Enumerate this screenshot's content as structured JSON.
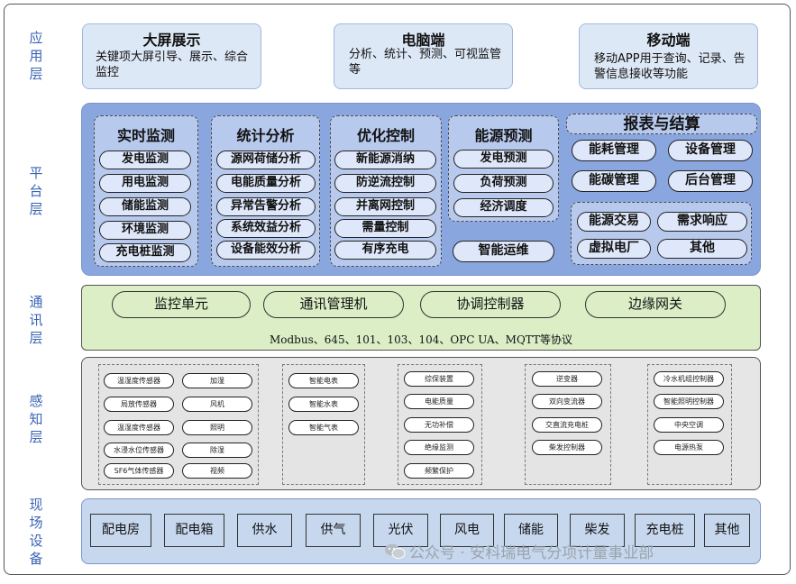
{
  "layers": {
    "app": "应用层",
    "platform": "平台层",
    "comm": "通讯层",
    "perception": "感知层",
    "field": "现场设备"
  },
  "app_cards": [
    {
      "title": "大屏展示",
      "desc": "关键项大屏引导、展示、综合监控"
    },
    {
      "title": "电脑端",
      "desc": "分析、统计、预测、可视监管等"
    },
    {
      "title": "移动端",
      "desc": "移动APP用于查询、记录、告警信息接收等功能"
    }
  ],
  "platform": {
    "realtime": {
      "title": "实时监测",
      "items": [
        "发电监测",
        "用电监测",
        "储能监测",
        "环境监测",
        "充电桩监测"
      ]
    },
    "stats": {
      "title": "统计分析",
      "items": [
        "源网荷储分析",
        "电能质量分析",
        "异常告警分析",
        "系统效益分析",
        "设备能效分析"
      ]
    },
    "optimize": {
      "title": "优化控制",
      "items": [
        "新能源消纳",
        "防逆流控制",
        "并离网控制",
        "需量控制",
        "有序充电"
      ]
    },
    "forecast": {
      "title": "能源预测",
      "items": [
        "发电预测",
        "负荷预测",
        "经济调度"
      ]
    },
    "smart_ops": "智能运维",
    "report": {
      "title": "报表与结算",
      "items": [
        "能耗管理",
        "设备管理",
        "能碳管理",
        "后台管理"
      ]
    },
    "trade": {
      "items": [
        "能源交易",
        "需求响应",
        "虚拟电厂",
        "其他"
      ]
    }
  },
  "comm": {
    "units": [
      "监控单元",
      "通讯管理机",
      "协调控制器",
      "边缘网关"
    ],
    "protocol": "Modbus、645、101、103、104、OPC UA、MQTT等协议"
  },
  "perception": {
    "group1_left": [
      "温湿度传感器",
      "局放传感器",
      "温湿度传感器",
      "水浸水位传感器",
      "SF6气体传感器"
    ],
    "group1_right": [
      "加湿",
      "风机",
      "照明",
      "除湿",
      "视频"
    ],
    "group2": [
      "智能电表",
      "智能水表",
      "智能气表"
    ],
    "group3": [
      "综保装置",
      "电能质量",
      "无功补偿",
      "绝缘监测",
      "频繁保护"
    ],
    "group4": [
      "逆变器",
      "双向变流器",
      "交直流充电桩",
      "柴发控制器"
    ],
    "group5": [
      "冷水机组控制器",
      "智能照明控制器",
      "中央空调",
      "电源热泵"
    ]
  },
  "field": [
    "配电房",
    "配电箱",
    "供水",
    "供气",
    "光伏",
    "风电",
    "储能",
    "柴发",
    "充电桩",
    "其他"
  ],
  "watermark": "公众号 · 安科瑞电气分项计量事业部",
  "colors": {
    "layer_label": "#3a63b5",
    "app_bg": "#dde8f6",
    "platform_bg": "#8aa6de",
    "group_bg": "#b8c9ee",
    "comm_bg": "#dbeec6",
    "perception_bg": "#e6e6e6",
    "field_bg": "#c7d8ee"
  }
}
